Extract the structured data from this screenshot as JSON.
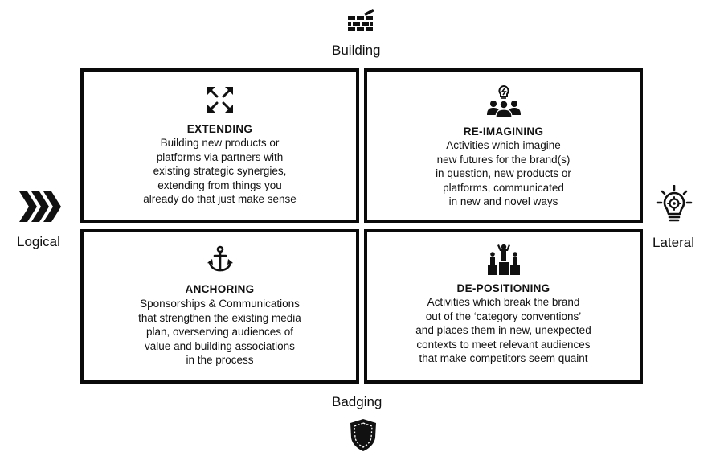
{
  "axes": {
    "top": {
      "label": "Building",
      "icon": "brick-wall-icon"
    },
    "bottom": {
      "label": "Badging",
      "icon": "shield-icon"
    },
    "left": {
      "label": "Logical",
      "icon": "chevrons-right-icon"
    },
    "right": {
      "label": "Lateral",
      "icon": "lightbulb-gear-icon"
    }
  },
  "quadrants": {
    "extending": {
      "title": "EXTENDING",
      "icon": "expand-arrows-icon",
      "description": "Building new products or\nplatforms via partners with\nexisting strategic synergies,\nextending from things you\nalready do that just make sense"
    },
    "reimagining": {
      "title": "RE-IMAGINING",
      "icon": "team-idea-icon",
      "description": "Activities which imagine\nnew  futures for the brand(s)\nin question, new products or\nplatforms, communicated\nin new and novel ways"
    },
    "anchoring": {
      "title": "ANCHORING",
      "icon": "anchor-icon",
      "description": "Sponsorships & Communications\nthat strengthen the existing media\nplan, overserving audiences of\nvalue and building associations\nin the process"
    },
    "depositioning": {
      "title": "DE-POSITIONING",
      "icon": "podium-icon",
      "description": "Activities which break the brand\nout of the ‘category conventions’\nand places them in new, unexpected\ncontexts to meet relevant audiences\nthat make competitors seem quaint"
    }
  },
  "colors": {
    "border": "#0a0a0a",
    "text": "#111111",
    "background": "#ffffff"
  }
}
